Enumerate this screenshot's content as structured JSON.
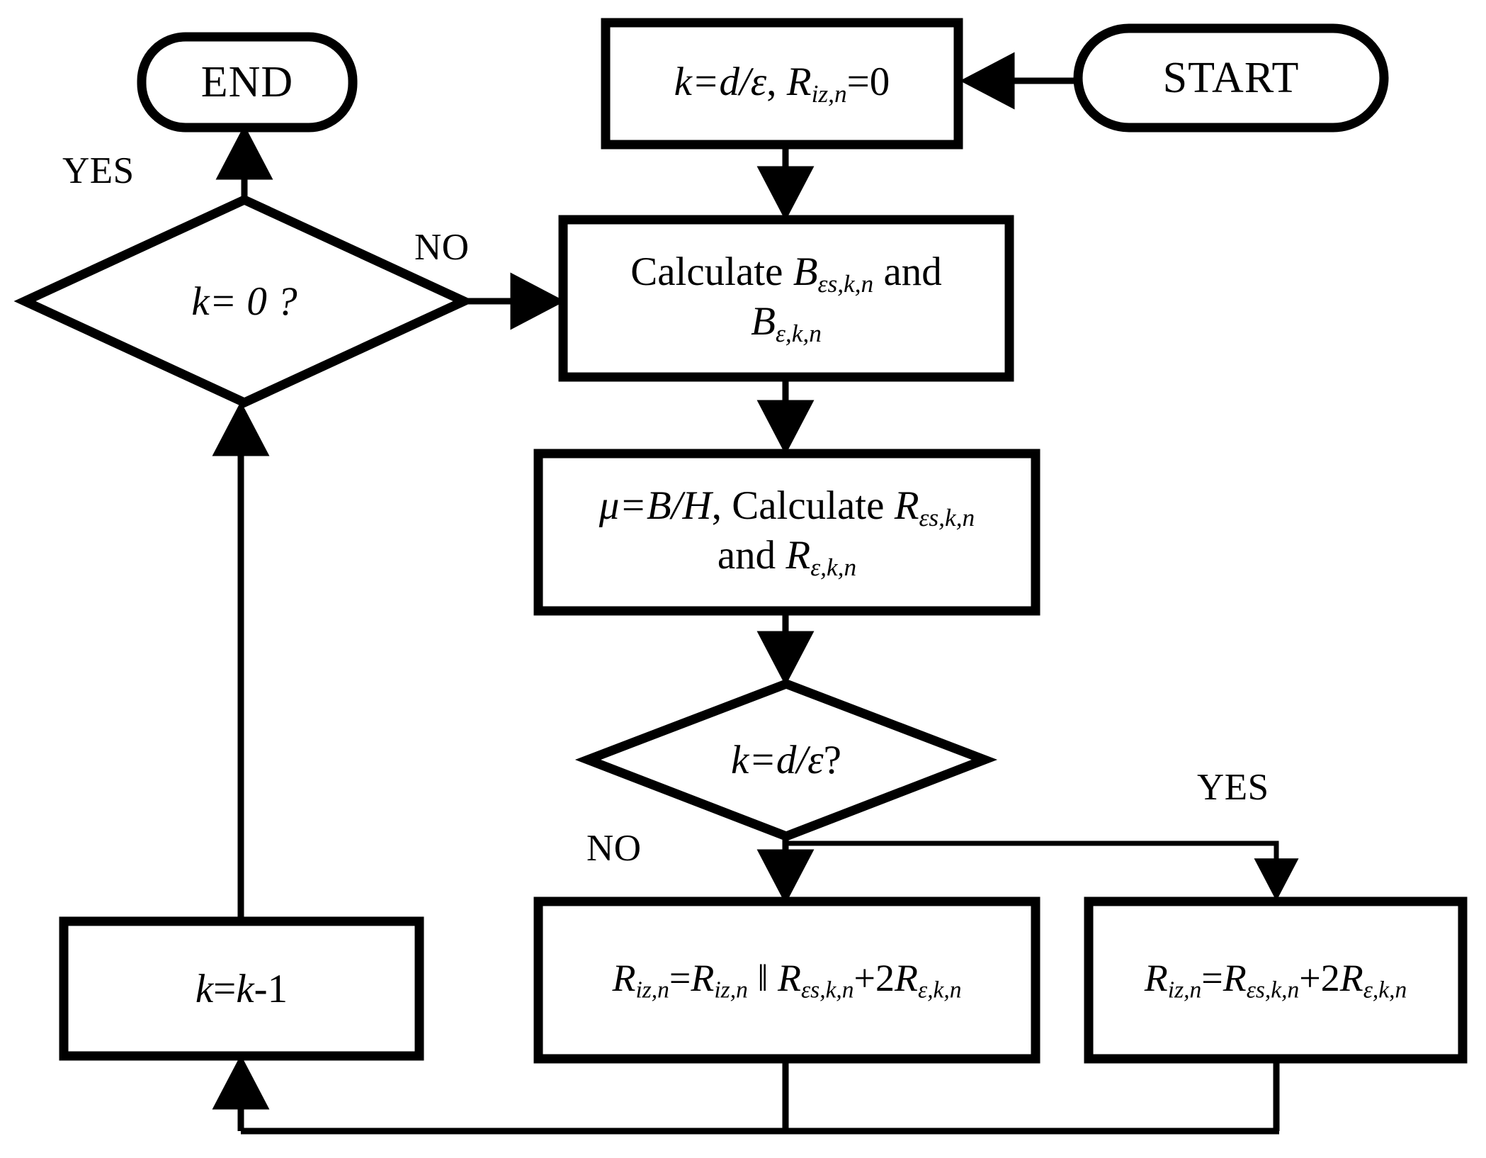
{
  "diagram": {
    "type": "flowchart",
    "title": "",
    "nodes": [
      {
        "id": "start",
        "shape": "terminator",
        "label": "START"
      },
      {
        "id": "init",
        "shape": "process",
        "label": "k=d/ε, Rᵢᶮ,ₙ=0"
      },
      {
        "id": "calcB",
        "shape": "process",
        "label_line1": "Calculate Bεs,k,n and",
        "label_line2": "Bε,k,n"
      },
      {
        "id": "calcR",
        "shape": "process",
        "label_line1": "μ=B/H, Calculate Rεs,k,n",
        "label_line2": "and Rε,k,n"
      },
      {
        "id": "dec2",
        "shape": "decision",
        "label": "k=d/ε?"
      },
      {
        "id": "accum",
        "shape": "process",
        "label": "Rᵢᶮ,ₙ=Rᵢᶮ,ₙ || Rεs,k,n+2Rε,k,n"
      },
      {
        "id": "assign",
        "shape": "process",
        "label": "Rᵢᶮ,ₙ=Rεs,k,n+2Rε,k,n"
      },
      {
        "id": "dec1",
        "shape": "decision",
        "label": "k= 0 ?"
      },
      {
        "id": "dec",
        "shape": "process",
        "label": "k=k-1"
      },
      {
        "id": "end",
        "shape": "terminator",
        "label": "END"
      }
    ],
    "edge_labels": {
      "dec1_yes": "YES",
      "dec1_no": "NO",
      "dec2_no": "NO",
      "dec2_yes": "YES"
    }
  },
  "text": {
    "start": "START",
    "end": "END",
    "init_k": "k",
    "init_eq1": "=d/",
    "init_eps": "ε",
    "init_comma": ", ",
    "init_R": "R",
    "init_R_sub": "iz,n",
    "init_eq0": "=0",
    "calcB_word": "Calculate ",
    "calcB_B1": "B",
    "calcB_B1_sub": "εs,k,n",
    "calcB_and": " and",
    "calcB_B2": "B",
    "calcB_B2_sub": "ε,k,n",
    "calcR_mu": "μ",
    "calcR_eqBH": "=B/H",
    "calcR_sep": ", Calculate ",
    "calcR_R1": "R",
    "calcR_R1_sub": "εs,k,n",
    "calcR_and": "and ",
    "calcR_R2": "R",
    "calcR_R2_sub": "ε,k,n",
    "dec2_k": "k",
    "dec2_rest": "=d/",
    "dec2_eps": "ε",
    "dec2_q": "?",
    "accum_R1": "R",
    "accum_R1_sub": "iz,n",
    "accum_eq": "=",
    "accum_R2": "R",
    "accum_R2_sub": "iz,n",
    "accum_par": " ‖ ",
    "accum_R3": "R",
    "accum_R3_sub": "εs,k,n",
    "accum_plus2": "+2",
    "accum_R4": "R",
    "accum_R4_sub": "ε,k,n",
    "assign_R1": "R",
    "assign_R1_sub": "iz,n",
    "assign_eq": "=",
    "assign_R2": "R",
    "assign_R2_sub": "εs,k,n",
    "assign_plus2": "+2",
    "assign_R3": "R",
    "assign_R3_sub": "ε,k,n",
    "dec1_k": "k",
    "dec1_rest": "= 0 ?",
    "kdec_k1": "k",
    "kdec_eq": "=",
    "kdec_k2": "k",
    "kdec_minus": "-1",
    "yes_top": "YES",
    "no_top": "NO",
    "no_bottom": "NO",
    "yes_bottom": "YES"
  },
  "colors": {
    "stroke": "#000000",
    "fill": "#ffffff",
    "background": "#ffffff"
  }
}
